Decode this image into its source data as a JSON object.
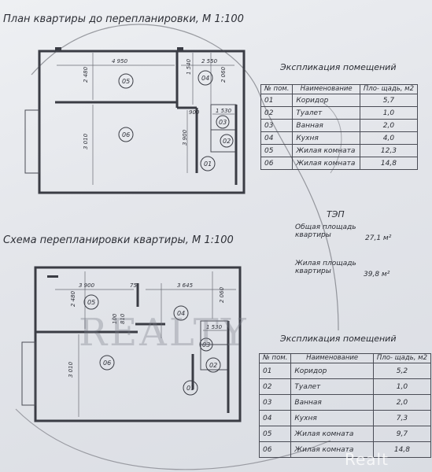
{
  "plan_before": {
    "title": "План квартиры до перепланировки, М 1:100",
    "dims": {
      "top_left": "4 950",
      "top_right": "2 550",
      "left_upper": "2 480",
      "left_lower": "3 010",
      "kitchen_side": "1 540",
      "kitchen_right": "2 060",
      "bath_width": "1 530",
      "corridor": "900",
      "corridor_v": "3 900"
    },
    "rooms": [
      "05",
      "06",
      "04",
      "03",
      "02",
      "01"
    ]
  },
  "plan_after": {
    "title": "Схема перепланировки квартиры, М 1:100",
    "dims": {
      "top_left": "3 900",
      "top_mid": "75",
      "top_right": "3 645",
      "left_upper": "2 480",
      "left_lower": "3 010",
      "kitchen_right": "2 060",
      "bath_width": "1 530",
      "small1": "100",
      "small2": "810"
    },
    "rooms": [
      "05",
      "04",
      "06",
      "03",
      "02",
      "01"
    ]
  },
  "table_before": {
    "title": "Экспликация помещений",
    "headers": {
      "num": "№ пом.",
      "name": "Наименование",
      "area": "Пло- щадь, м2"
    },
    "rows": [
      {
        "num": "01",
        "name": "Коридор",
        "area": "5,7"
      },
      {
        "num": "02",
        "name": "Туалет",
        "area": "1,0"
      },
      {
        "num": "03",
        "name": "Ванная",
        "area": "2,0"
      },
      {
        "num": "04",
        "name": "Кухня",
        "area": "4,0"
      },
      {
        "num": "05",
        "name": "Жилая комната",
        "area": "12,3"
      },
      {
        "num": "06",
        "name": "Жилая комната",
        "area": "14,8"
      }
    ]
  },
  "tep": {
    "title": "ТЭП",
    "total_label": "Общая площадь квартиры",
    "total_value": "27,1 м²",
    "living_label": "Жилая площадь квартиры",
    "living_value": "39,8 м²"
  },
  "table_after": {
    "title": "Экспликация помещений",
    "headers": {
      "num": "№ пом.",
      "name": "Наименование",
      "area": "Пло- щадь, м2"
    },
    "rows": [
      {
        "num": "01",
        "name": "Коридор",
        "area": "5,2"
      },
      {
        "num": "02",
        "name": "Туалет",
        "area": "1,0"
      },
      {
        "num": "03",
        "name": "Ванная",
        "area": "2,0"
      },
      {
        "num": "04",
        "name": "Кухня",
        "area": "7,3"
      },
      {
        "num": "05",
        "name": "Жилая комната",
        "area": "9,7"
      },
      {
        "num": "06",
        "name": "Жилая комната",
        "area": "14,8"
      }
    ]
  },
  "watermark": {
    "main": "REALTY",
    "corner": "Realt"
  }
}
